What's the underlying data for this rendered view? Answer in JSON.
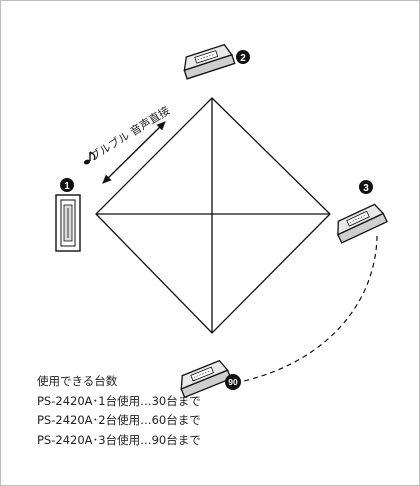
{
  "arrow_label": "ブルブル 音声直接",
  "badges": {
    "phone_1": "1",
    "phone_2": "2",
    "phone_3": "3",
    "phone_90": "90"
  },
  "caption": {
    "heading": "使用できる台数",
    "lines": [
      "PS-2420A･1台使用…30台まで",
      "PS-2420A･2台使用…60台まで",
      "PS-2420A･3台使用…90台まで"
    ]
  },
  "colors": {
    "line": "#111111",
    "badge": "#111111",
    "frame": "#bdbdbd"
  },
  "icons": [
    "upright-phone-icon",
    "desk-phone-icon",
    "music-note-icon",
    "double-arrow-icon"
  ]
}
